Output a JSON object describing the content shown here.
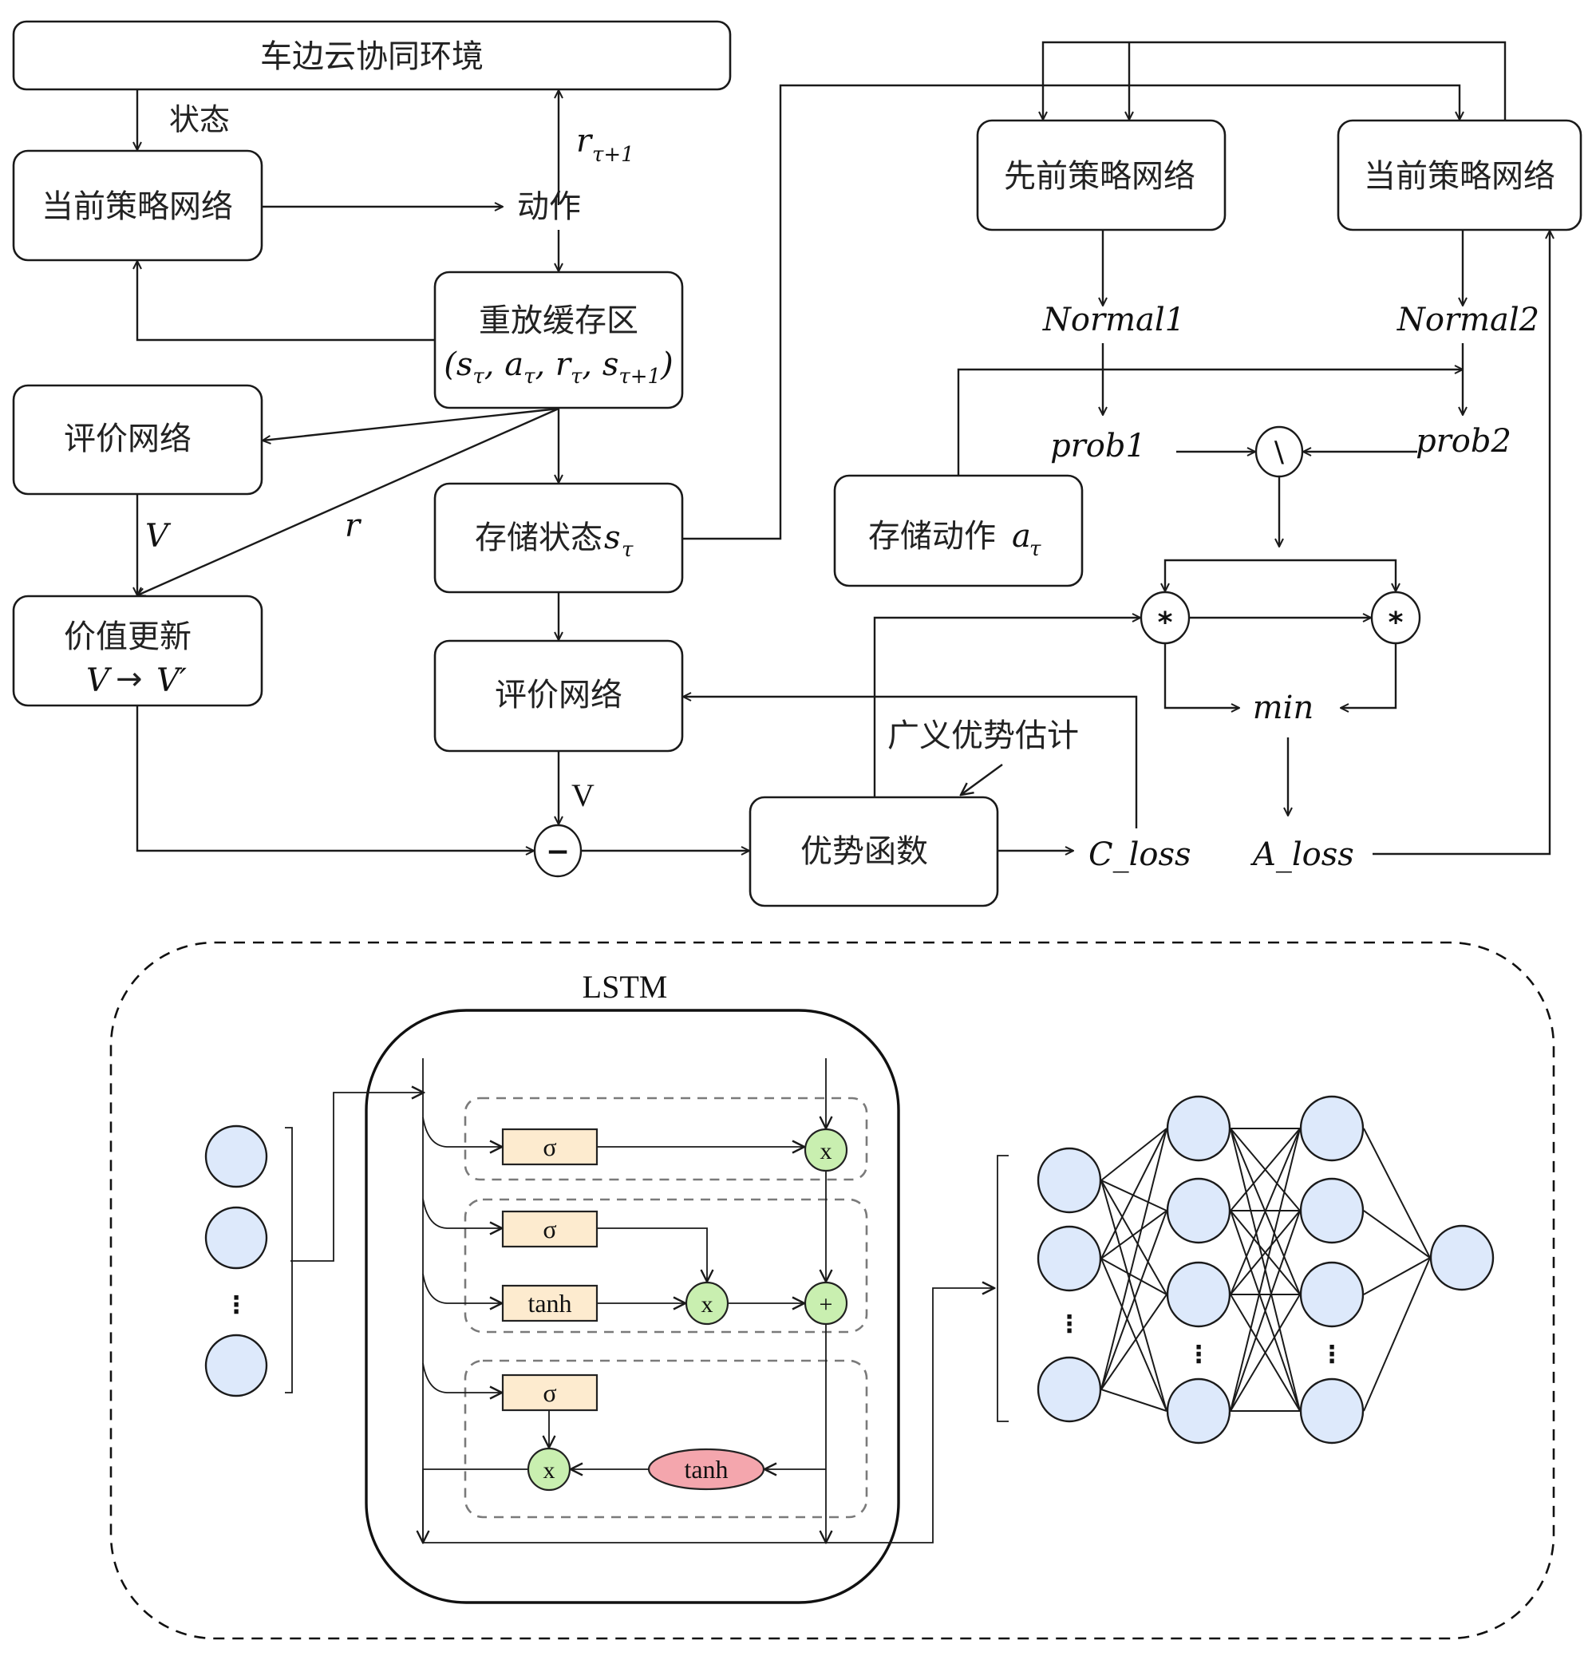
{
  "diagram": {
    "environment": "车边云协同环境",
    "state_label": "状态",
    "reward_next": {
      "base": "r",
      "sub": "τ+1"
    },
    "action_label": "动作",
    "current_policy_left": "当前策略网络",
    "replay_buffer": {
      "title": "重放缓存区",
      "tuple": "(s",
      "tuple_parts": [
        "(",
        "s",
        "τ",
        ", a",
        "τ",
        ", r",
        "τ",
        ", s",
        "τ+1",
        ")"
      ]
    },
    "critic_left": "评价网络",
    "v_label": "V",
    "r_label": "r",
    "value_update": {
      "title": "价值更新",
      "formula_left": "V",
      "arrow": "→",
      "formula_right": "V′"
    },
    "stored_state": {
      "text": "存储状态",
      "var": "s",
      "sub": "τ"
    },
    "critic_mid": "评价网络",
    "v_mid_label": "V",
    "minus_op": "−",
    "advantage_function": "优势函数",
    "gae_label": "广义优势估计",
    "c_loss": "C_loss",
    "a_loss": "A_loss",
    "prev_policy": "先前策略网络",
    "current_policy_right": "当前策略网络",
    "normal1": "Normal1",
    "normal2": "Normal2",
    "prob1": "prob1",
    "prob2": "prob2",
    "divide_op": "\\",
    "stored_action": {
      "text": "存储动作",
      "var": "a",
      "sub": "τ"
    },
    "multiply_op": "*",
    "min_label": "min"
  },
  "lstm": {
    "title": "LSTM",
    "forget_gate": "σ",
    "input_gate": "σ",
    "candidate": "tanh",
    "output_gate": "σ",
    "output_tanh": "tanh",
    "mult_symbol": "x",
    "add_symbol": "+",
    "input_ellipsis": "⋮",
    "hidden_ellipsis": "⋮"
  },
  "mlp": {
    "layer_sizes_shown": [
      3,
      4,
      4,
      1
    ],
    "ellipsis": "⋮"
  }
}
